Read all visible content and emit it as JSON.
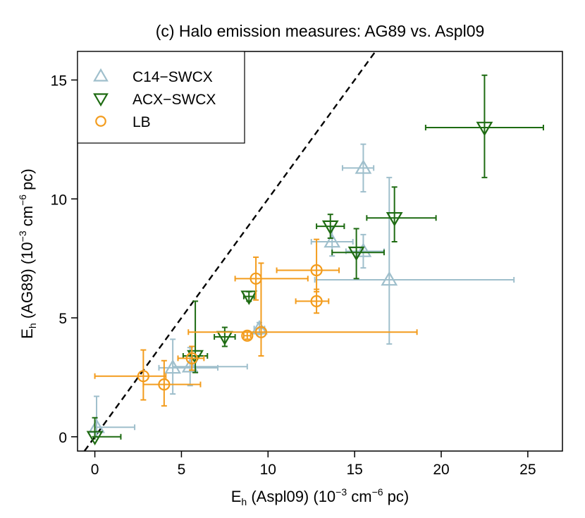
{
  "chart_data": {
    "type": "scatter",
    "title": "(c) Halo emission measures: AG89 vs. Aspl09",
    "xlabel": {
      "base": "E",
      "sub": "h",
      "rest": " (Aspl09) (10",
      "sup1": "−3",
      "mid": " cm",
      "sup2": "−6",
      "end": " pc)"
    },
    "ylabel": {
      "base": "E",
      "sub": "h",
      "rest": " (AG89) (10",
      "sup1": "−3",
      "mid": " cm",
      "sup2": "−6",
      "end": " pc)"
    },
    "xlim": [
      -1,
      27
    ],
    "ylim": [
      -0.6,
      16.2
    ],
    "xticks": [
      0,
      5,
      10,
      15,
      20,
      25
    ],
    "yticks": [
      0,
      5,
      10,
      15
    ],
    "reference_line": {
      "slope": 1,
      "intercept": 0,
      "style": "dashed",
      "color": "#000000"
    },
    "legend_position": "top-left",
    "series": [
      {
        "name": "C14−SWCX",
        "marker": "triangle-up",
        "color": "#9fbfcc",
        "points": [
          {
            "x": 0.1,
            "y": 0.4,
            "xerr": [
              0.1,
              2.2
            ],
            "yerr": [
              0.4,
              1.3
            ]
          },
          {
            "x": 4.5,
            "y": 2.9,
            "xerr": [
              0.8,
              2.6
            ],
            "yerr": [
              1.1,
              1.2
            ]
          },
          {
            "x": 5.5,
            "y": 2.95,
            "xerr": [
              1.0,
              3.3
            ],
            "yerr": [
              0.8,
              0.8
            ]
          },
          {
            "x": 9.5,
            "y": 4.55,
            "xerr": [
              0.3,
              0.3
            ],
            "yerr": [
              0.25,
              0.25
            ]
          },
          {
            "x": 13.7,
            "y": 8.2,
            "xerr": [
              1.2,
              1.2
            ],
            "yerr": [
              0.6,
              0.6
            ]
          },
          {
            "x": 15.5,
            "y": 7.8,
            "xerr": [
              1.0,
              1.2
            ],
            "yerr": [
              0.7,
              0.7
            ]
          },
          {
            "x": 15.5,
            "y": 11.3,
            "xerr": [
              1.2,
              0.6
            ],
            "yerr": [
              1.0,
              1.0
            ]
          },
          {
            "x": 17.0,
            "y": 6.6,
            "xerr": [
              4.3,
              7.2
            ],
            "yerr": [
              2.7,
              4.3
            ]
          }
        ]
      },
      {
        "name": "ACX−SWCX",
        "marker": "triangle-down",
        "color": "#1e6b12",
        "points": [
          {
            "x": 0.0,
            "y": 0.0,
            "xerr": [
              0.0,
              1.5
            ],
            "yerr": [
              0.0,
              0.8
            ]
          },
          {
            "x": 5.8,
            "y": 3.4,
            "xerr": [
              0.7,
              0.7
            ],
            "yerr": [
              0.7,
              2.3
            ]
          },
          {
            "x": 7.5,
            "y": 4.2,
            "xerr": [
              0.6,
              0.6
            ],
            "yerr": [
              0.4,
              0.4
            ]
          },
          {
            "x": 8.9,
            "y": 5.9,
            "xerr": [
              0.3,
              0.3
            ],
            "yerr": [
              0.2,
              0.2
            ]
          },
          {
            "x": 13.6,
            "y": 8.85,
            "xerr": [
              0.8,
              0.8
            ],
            "yerr": [
              0.5,
              0.5
            ]
          },
          {
            "x": 15.1,
            "y": 7.75,
            "xerr": [
              1.4,
              1.6
            ],
            "yerr": [
              1.1,
              1.0
            ]
          },
          {
            "x": 17.3,
            "y": 9.2,
            "xerr": [
              1.6,
              2.4
            ],
            "yerr": [
              1.0,
              1.3
            ]
          },
          {
            "x": 22.5,
            "y": 13.0,
            "xerr": [
              3.4,
              3.4
            ],
            "yerr": [
              2.1,
              2.2
            ]
          }
        ]
      },
      {
        "name": "LB",
        "marker": "circle",
        "color": "#f39c1d",
        "points": [
          {
            "x": 2.8,
            "y": 2.55,
            "xerr": [
              2.8,
              1.3
            ],
            "yerr": [
              1.0,
              1.1
            ]
          },
          {
            "x": 4.0,
            "y": 2.2,
            "xerr": [
              1.2,
              2.1
            ],
            "yerr": [
              0.9,
              1.0
            ]
          },
          {
            "x": 5.6,
            "y": 3.3,
            "xerr": [
              0.8,
              0.7
            ],
            "yerr": [
              0.5,
              0.5
            ]
          },
          {
            "x": 8.8,
            "y": 4.25,
            "xerr": [
              0.2,
              0.2
            ],
            "yerr": [
              0.15,
              0.15
            ]
          },
          {
            "x": 9.3,
            "y": 6.65,
            "xerr": [
              1.2,
              3.0
            ],
            "yerr": [
              0.9,
              0.9
            ]
          },
          {
            "x": 9.6,
            "y": 4.4,
            "xerr": [
              4.2,
              9.0
            ],
            "yerr": [
              1.0,
              2.9
            ]
          },
          {
            "x": 12.8,
            "y": 5.7,
            "xerr": [
              1.2,
              0.7
            ],
            "yerr": [
              0.5,
              0.5
            ]
          },
          {
            "x": 12.8,
            "y": 7.0,
            "xerr": [
              2.3,
              1.3
            ],
            "yerr": [
              0.9,
              1.3
            ]
          }
        ]
      }
    ]
  }
}
